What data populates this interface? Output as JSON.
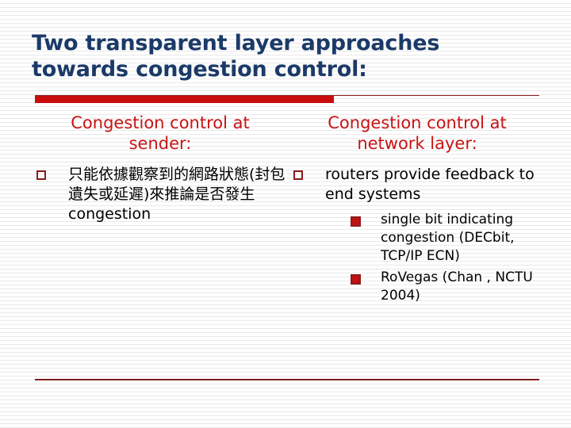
{
  "slide": {
    "title": "Two transparent layer approaches\ntowards congestion control:",
    "title_color": "#1b3a68",
    "rule_color_thick": "#c90d0d",
    "rule_color_thin": "#8c1c1c",
    "bottom_rule_color": "#7d1f1f",
    "heading_color": "#c81414",
    "body_color": "#000000",
    "bullet_marker_color": "#8c1c1c",
    "subbullet_marker_color": "#c01212"
  },
  "columns": [
    {
      "id": "sender",
      "heading": "Congestion control at\nsender:",
      "bullets": [
        {
          "marker": "hollow-square-bullet",
          "text": "只能依據觀察到的網路狀態(封包遺失或延遲)來推論是否發生 congestion",
          "sub_bullets": []
        }
      ]
    },
    {
      "id": "network-layer",
      "heading": "Congestion control at\nnetwork layer:",
      "bullets": [
        {
          "marker": "hollow-square-bullet",
          "text": "routers provide feedback to end systems",
          "sub_bullets": [
            {
              "marker": "filled-square-bullet",
              "text": "single bit indicating congestion (DECbit, TCP/IP ECN)"
            },
            {
              "marker": "filled-square-bullet",
              "text": "RoVegas (Chan , NCTU 2004)"
            }
          ]
        }
      ]
    }
  ]
}
